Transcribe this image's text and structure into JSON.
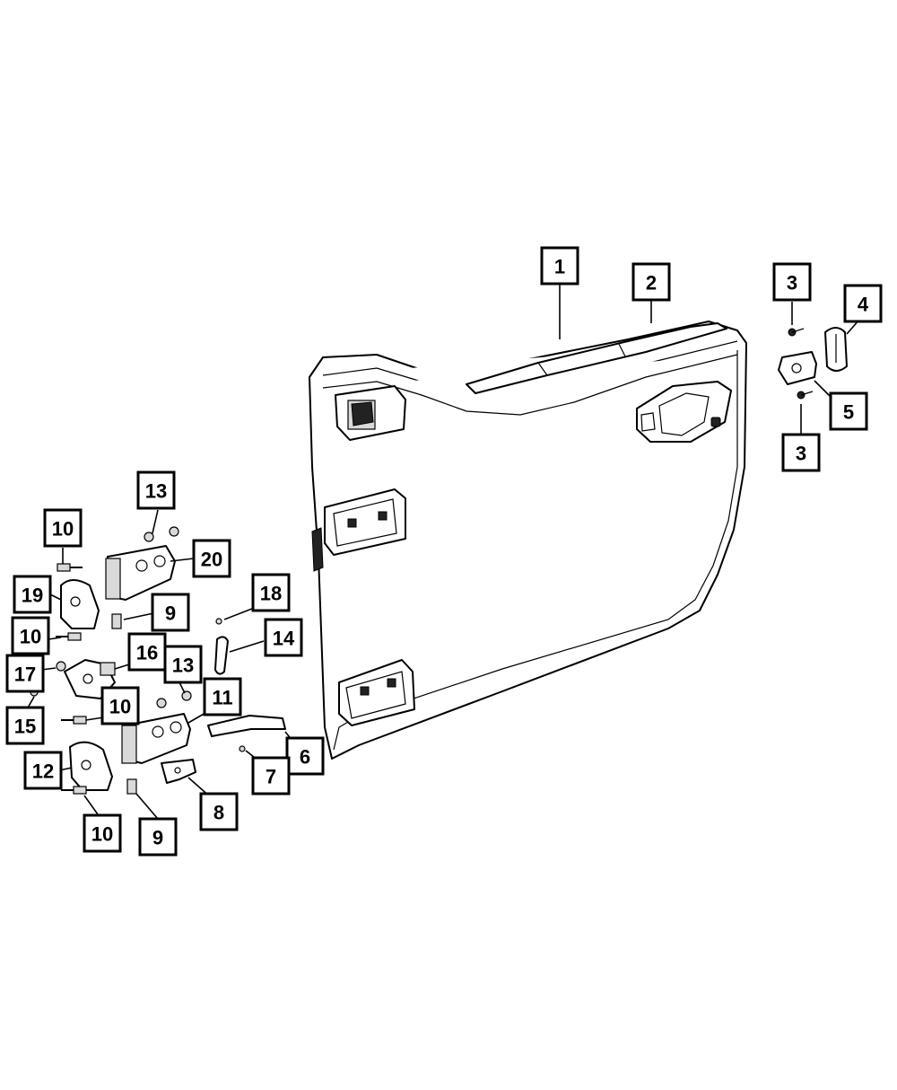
{
  "callouts": {
    "c1": "1",
    "c2": "2",
    "c3a": "3",
    "c3b": "3",
    "c4": "4",
    "c5": "5",
    "c6": "6",
    "c7": "7",
    "c8": "8",
    "c9a": "9",
    "c9b": "9",
    "c10a": "10",
    "c10b": "10",
    "c10c": "10",
    "c10d": "10",
    "c11": "11",
    "c12": "12",
    "c13a": "13",
    "c13b": "13",
    "c14": "14",
    "c15": "15",
    "c16": "16",
    "c17": "17",
    "c18": "18",
    "c19": "19",
    "c20": "20"
  }
}
